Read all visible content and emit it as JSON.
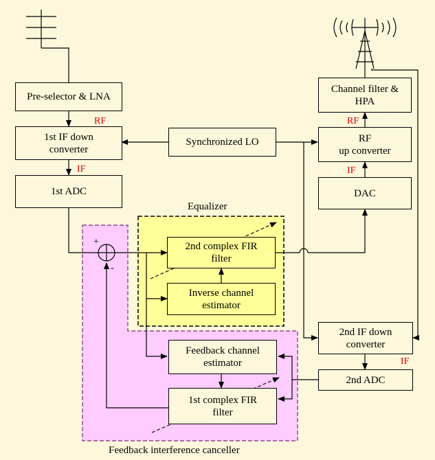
{
  "blocks": {
    "preselector": "Pre-selector & LNA",
    "if_down1": "1st IF down\nconverter",
    "adc1": "1st ADC",
    "sync_lo": "Synchronized LO",
    "channel_filter": "Channel filter &\nHPA",
    "rf_up": "RF\nup converter",
    "dac": "DAC",
    "fir2": "2nd complex FIR\nfilter",
    "inverse_est": "Inverse channel\nestimator",
    "feedback_est": "Feedback channel\nestimator",
    "fir1": "1st complex FIR\nfilter",
    "if_down2": "2nd IF down\nconverter",
    "adc2": "2nd ADC"
  },
  "signal_labels": {
    "rf_left": "RF",
    "if_left": "IF",
    "rf_right": "RF",
    "if_right": "IF",
    "if_bottom": "IF"
  },
  "group_labels": {
    "equalizer": "Equalizer",
    "canceller": "Feedback interference canceller"
  },
  "summer_signs": {
    "plus": "+",
    "minus": "-"
  },
  "colors": {
    "background": "#fdf7dc",
    "equalizer_fill": "#ffff99",
    "canceller_fill": "#ffccff",
    "label_red": "#e00000"
  }
}
